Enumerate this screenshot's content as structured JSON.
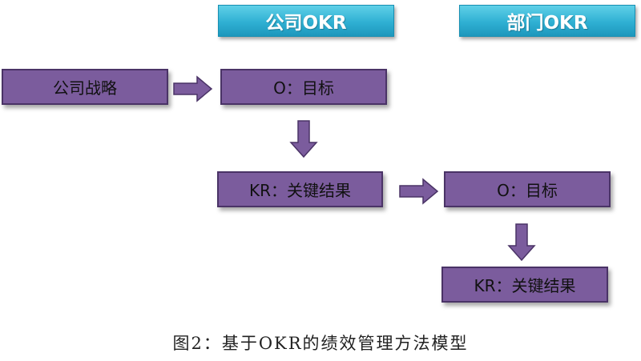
{
  "headers": {
    "company": "公司OKR",
    "department": "部门OKR"
  },
  "nodes": {
    "company_strategy": "公司战略",
    "company_objective": "O：目标",
    "company_key_results": "KR：关键结果",
    "dept_objective": "O：目标",
    "dept_key_results": "KR：关键结果"
  },
  "caption": "图2：基于OKR的绩效管理方法模型",
  "colors": {
    "header_fill": "#2fb0d3",
    "node_fill": "#7b5c9d",
    "node_border": "#4a3366",
    "arrow_fill": "#7b5c9d"
  }
}
